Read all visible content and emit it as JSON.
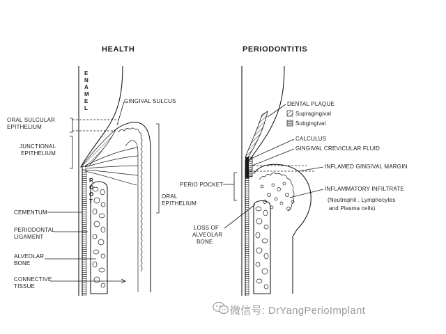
{
  "health": {
    "title": "HEALTH",
    "enamel": [
      "E",
      "N",
      "A",
      "M",
      "E",
      "L"
    ],
    "root": [
      "R",
      "O",
      "O",
      "T"
    ],
    "gingival_sulcus": "GINGIVAL SULCUS",
    "oral_sulcular_1": "ORAL SULCULAR",
    "oral_sulcular_2": "EPITHELIUM",
    "junctional_1": "JUNCTIONAL",
    "junctional_2": "EPITHELIUM",
    "oral_epi_1": "ORAL",
    "oral_epi_2": "EPITHELIUM",
    "cementum": "CEMENTUM",
    "pdl_1": "PERIODONTAL",
    "pdl_2": "LIGAMENT",
    "alveolar_1": "ALVEOLAR",
    "alveolar_2": "BONE",
    "connective_1": "CONNECTIVE",
    "connective_2": "TISSUE"
  },
  "periodontitis": {
    "title": "PERIODONTITIS",
    "dental_plaque": "DENTAL PLAQUE",
    "supragingival": "Supragingival",
    "subgingival": "Subgingival",
    "calculus": "CALCULUS",
    "gcf": "GINGIVAL CREVICULAR FLUID",
    "inflamed_margin": "INFLAMED GINGIVAL MARGIN",
    "perio_pocket": "PERIO POCKET",
    "infiltrate": "INFLAMMATORY INFILTRATE",
    "infiltrate_sub_1": "(Neutrophil , Lymphocytes",
    "infiltrate_sub_2": "and Plasma cells)",
    "loss_1": "LOSS OF",
    "loss_2": "ALVEOLAR",
    "loss_3": "BONE"
  },
  "watermark": {
    "text": "微信号: DrYangPerioImplant",
    "icon": "wechat-icon"
  }
}
